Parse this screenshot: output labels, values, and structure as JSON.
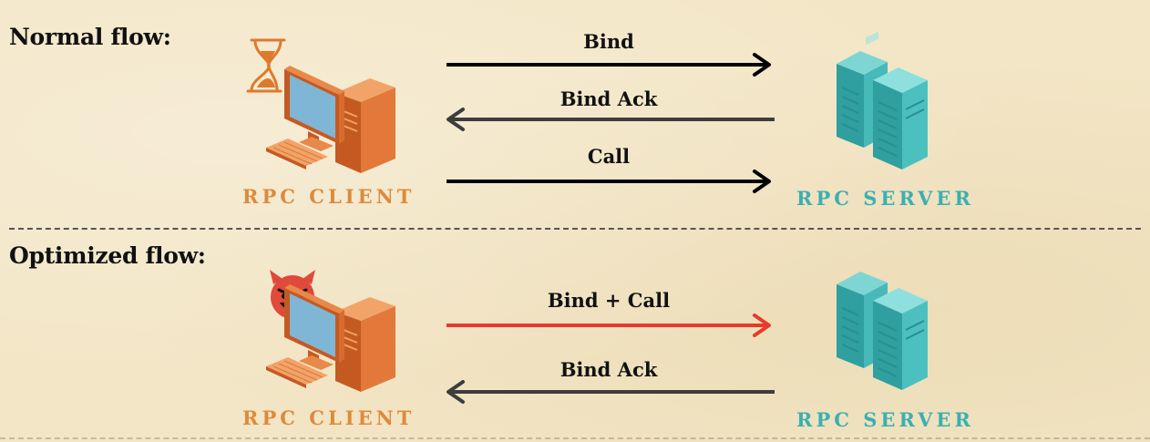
{
  "normal_flow": {
    "title": "Normal flow:",
    "client_label": "RPC CLIENT",
    "server_label": "RPC SERVER",
    "messages": [
      {
        "label": "Bind",
        "direction": "client-to-server"
      },
      {
        "label": "Bind Ack",
        "direction": "server-to-client"
      },
      {
        "label": "Call",
        "direction": "client-to-server"
      }
    ],
    "client_icon": "hourglass-icon"
  },
  "optimized_flow": {
    "title": "Optimized flow:",
    "client_label": "RPC CLIENT",
    "server_label": "RPC SERVER",
    "messages": [
      {
        "label": "Bind + Call",
        "direction": "client-to-server"
      },
      {
        "label": "Bind Ack",
        "direction": "server-to-client"
      }
    ],
    "client_icon": "devil-face-icon"
  },
  "colors": {
    "background": "#f3e6c6",
    "client": "#de8a3c",
    "server": "#3bb0b0",
    "arrow_forward": "#000000",
    "arrow_back": "#3d3d3d",
    "arrow_highlight": "#e83a2a"
  }
}
